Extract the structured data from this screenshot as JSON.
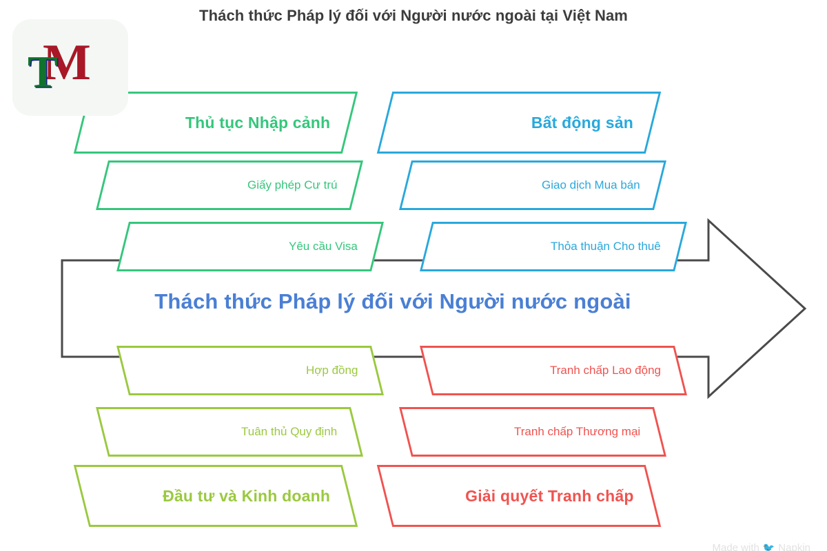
{
  "page_title": "Thách thức Pháp lý đối với Người nước ngoài tại Việt Nam",
  "logo": {
    "letter_back": "M",
    "letter_front": "T",
    "color_back": "#a81826",
    "color_front": "#10722c"
  },
  "center_headline": "Thách thức Pháp lý đối với Người nước ngoài",
  "colors": {
    "green": "#35c67c",
    "blue": "#29a8dc",
    "olive": "#9ac93f",
    "red": "#ef5350",
    "arrow_outline": "#4a4a4a",
    "headline_blue": "#4a7fd4",
    "title_gray": "#3c3c3c"
  },
  "branches": [
    {
      "id": "immigration",
      "theme": "green",
      "position": "top-left",
      "items": [
        {
          "label": "Thủ tục Nhập cảnh",
          "emphasis": "headline"
        },
        {
          "label": "Giấy phép Cư trú",
          "emphasis": "normal"
        },
        {
          "label": "Yêu cầu Visa",
          "emphasis": "normal"
        }
      ]
    },
    {
      "id": "real-estate",
      "theme": "blue",
      "position": "top-right",
      "items": [
        {
          "label": "Bất động sản",
          "emphasis": "headline"
        },
        {
          "label": "Giao dịch Mua bán",
          "emphasis": "normal"
        },
        {
          "label": "Thỏa thuận Cho thuê",
          "emphasis": "normal"
        }
      ]
    },
    {
      "id": "investment-business",
      "theme": "olive",
      "position": "bottom-left",
      "items": [
        {
          "label": "Hợp đồng",
          "emphasis": "normal"
        },
        {
          "label": "Tuân thủ Quy định",
          "emphasis": "normal"
        },
        {
          "label": "Đầu tư và Kinh doanh",
          "emphasis": "headline"
        }
      ]
    },
    {
      "id": "dispute-resolution",
      "theme": "red",
      "position": "bottom-right",
      "items": [
        {
          "label": "Tranh chấp Lao động",
          "emphasis": "normal"
        },
        {
          "label": "Tranh chấp Thương mại",
          "emphasis": "normal"
        },
        {
          "label": "Giải quyết Tranh chấp",
          "emphasis": "headline"
        }
      ]
    }
  ],
  "watermark": {
    "prefix": "Made with",
    "icon": "bird-icon",
    "brand": "Napkin"
  }
}
